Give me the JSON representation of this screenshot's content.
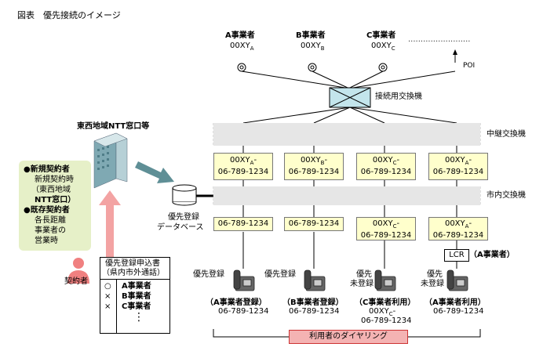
{
  "figure_title": "図表　優先接続のイメージ",
  "top_carriers": [
    {
      "name": "A事業者",
      "code_base": "00XY",
      "code_sub": "A"
    },
    {
      "name": "B事業者",
      "code_base": "00XY",
      "code_sub": "B"
    },
    {
      "name": "C事業者",
      "code_base": "00XY",
      "code_sub": "C"
    }
  ],
  "poi_label": "POI",
  "connection_switch_label": "接続用交換機",
  "relay_switch_label": "中継交換機",
  "local_switch_label": "市内交換機",
  "ntt_office_label": "東西地域NTT窓口等",
  "priority_db_label_1": "優先登録",
  "priority_db_label_2": "データベース",
  "relay_numbers": [
    {
      "code_base": "00XY",
      "code_sub": "A",
      "line2": "06-789-1234"
    },
    {
      "code_base": "00XY",
      "code_sub": "B",
      "line2": "06-789-1234"
    },
    {
      "code_base": "00XY",
      "code_sub": "C",
      "line2": "06-789-1234"
    },
    {
      "code_base": "00XY",
      "code_sub": "A",
      "line2": "06-789-1234"
    }
  ],
  "local_numbers": [
    {
      "line1": "06-789-1234"
    },
    {
      "line1": "06-789-1234"
    },
    {
      "code_base": "00XY",
      "code_sub": "C",
      "line2": "06-789-1234"
    },
    {
      "code_base": "00XY",
      "code_sub": "A",
      "line2": "06-789-1234"
    }
  ],
  "lcr_label": "LCR",
  "lcr_note": "（A事業者）",
  "phones": [
    {
      "status_1": "優先登録",
      "status_2": "",
      "caption": "（A事業者登録）",
      "number": "06-789-1234"
    },
    {
      "status_1": "優先登録",
      "status_2": "",
      "caption": "（B事業者登録）",
      "number": "06-789-1234"
    },
    {
      "status_1": "優先",
      "status_2": "未登録",
      "caption": "（C事業者利用）",
      "number_base": "00XY",
      "number_sub": "C",
      "number2": "06-789-1234"
    },
    {
      "status_1": "優先",
      "status_2": "未登録",
      "caption": "（A事業者利用）",
      "number": "06-789-1234"
    }
  ],
  "bottom_banner": "利用者のダイヤリング",
  "notes": {
    "bullet1": "●新規契約者",
    "line1a": "新規契約時",
    "line1b": "（東西地域",
    "line1c": "NTT窓口）",
    "bullet2": "●既存契約者",
    "line2a": "各長距離",
    "line2b": "事業者の",
    "line2c": "営業時"
  },
  "subscriber_label": "契約者",
  "form": {
    "title_1": "優先登録申込書",
    "title_2": "（県内市外通話）",
    "rows": [
      {
        "mark": "○",
        "text": "A事業者"
      },
      {
        "mark": "×",
        "text": "B事業者"
      },
      {
        "mark": "×",
        "text": "C事業者"
      }
    ],
    "ellipsis": "⋮"
  },
  "colors": {
    "band_gray": "#e6e6e6",
    "number_box": "#ffffcc",
    "notes_box": "#e6f0c8",
    "banner_fill": "#f4b3b3",
    "pink_arrow": "#f3a3a3",
    "person_pink": "#f08080",
    "teal_arrow": "#5f8f96",
    "switch_fill": "#c3e5ec"
  }
}
